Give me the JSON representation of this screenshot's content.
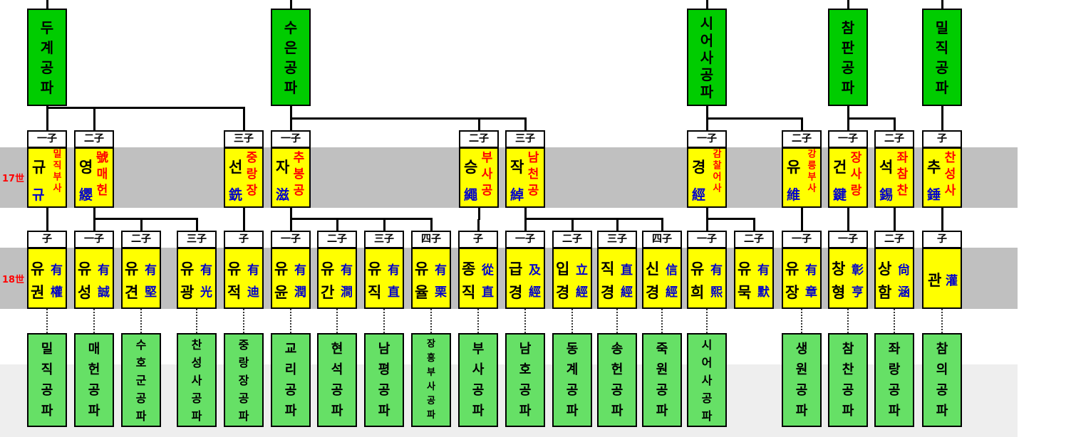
{
  "generations": {
    "g17": "17世",
    "g18": "18世"
  },
  "top_pa": [
    "두계공파",
    "수은공파",
    "시어사공파",
    "참판공파",
    "밀직공파"
  ],
  "labels17": [
    "一子",
    "二子",
    "三子",
    "一子",
    "二子",
    "三子",
    "一子",
    "二子",
    "一子",
    "二子",
    "子"
  ],
  "gen17": [
    {
      "name": "규",
      "hanja": "규",
      "title": "밀직부사"
    },
    {
      "name": "영",
      "hanja": "纓",
      "title": "號매헌"
    },
    {
      "name": "선",
      "hanja": "銑",
      "title": "중랑장"
    },
    {
      "name": "자",
      "hanja": "滋",
      "title": "추봉공"
    },
    {
      "name": "승",
      "hanja": "繩",
      "title": "부사공"
    },
    {
      "name": "작",
      "hanja": "綽",
      "title": "남천공"
    },
    {
      "name": "경",
      "hanja": "經",
      "title": "감찰어사"
    },
    {
      "name": "유",
      "hanja": "維",
      "title": "강릉부사"
    },
    {
      "name": "건",
      "hanja": "鍵",
      "title": "장사랑"
    },
    {
      "name": "석",
      "hanja": "錫",
      "title": "좌참찬"
    },
    {
      "name": "추",
      "hanja": "錘",
      "title": "찬성사"
    }
  ],
  "labels18": [
    "子",
    "一子",
    "二子",
    "三子",
    "子",
    "一子",
    "二子",
    "三子",
    "四子",
    "子",
    "一子",
    "二子",
    "三子",
    "四子",
    "一子",
    "二子",
    "一子",
    "一子",
    "二子",
    "子"
  ],
  "gen18": [
    {
      "n1": "유",
      "h1": "有",
      "n2": "권",
      "h2": "權"
    },
    {
      "n1": "유",
      "h1": "有",
      "n2": "성",
      "h2": "誠"
    },
    {
      "n1": "유",
      "h1": "有",
      "n2": "견",
      "h2": "堅"
    },
    {
      "n1": "유",
      "h1": "有",
      "n2": "광",
      "h2": "光"
    },
    {
      "n1": "유",
      "h1": "有",
      "n2": "적",
      "h2": "迪"
    },
    {
      "n1": "유",
      "h1": "有",
      "n2": "윤",
      "h2": "潤"
    },
    {
      "n1": "유",
      "h1": "有",
      "n2": "간",
      "h2": "澗"
    },
    {
      "n1": "유",
      "h1": "有",
      "n2": "직",
      "h2": "直"
    },
    {
      "n1": "유",
      "h1": "有",
      "n2": "율",
      "h2": "栗"
    },
    {
      "n1": "종",
      "h1": "從",
      "n2": "직",
      "h2": "直"
    },
    {
      "n1": "급",
      "h1": "及",
      "n2": "경",
      "h2": "經"
    },
    {
      "n1": "입",
      "h1": "立",
      "n2": "경",
      "h2": "經"
    },
    {
      "n1": "직",
      "h1": "直",
      "n2": "경",
      "h2": "經"
    },
    {
      "n1": "신",
      "h1": "信",
      "n2": "경",
      "h2": "經"
    },
    {
      "n1": "유",
      "h1": "有",
      "n2": "희",
      "h2": "熙"
    },
    {
      "n1": "유",
      "h1": "有",
      "n2": "묵",
      "h2": "默"
    },
    {
      "n1": "유",
      "h1": "有",
      "n2": "장",
      "h2": "章"
    },
    {
      "n1": "창",
      "h1": "彰",
      "n2": "형",
      "h2": "亨"
    },
    {
      "n1": "상",
      "h1": "尙",
      "n2": "함",
      "h2": "涵"
    },
    {
      "n1": "관",
      "h1": "灌",
      "n2": "",
      "h2": ""
    }
  ],
  "gen19_pa": [
    "밀직공파",
    "매헌공파",
    "수호군공파",
    "찬성사공파",
    "중랑장공파",
    "교리공파",
    "현석공파",
    "남평공파",
    "장흥부사공파",
    "부사공파",
    "남호공파",
    "동계공파",
    "송헌공파",
    "죽원공파",
    "시어사공파",
    "생원공파",
    "참찬공파",
    "좌랑공파",
    "참의공파"
  ]
}
